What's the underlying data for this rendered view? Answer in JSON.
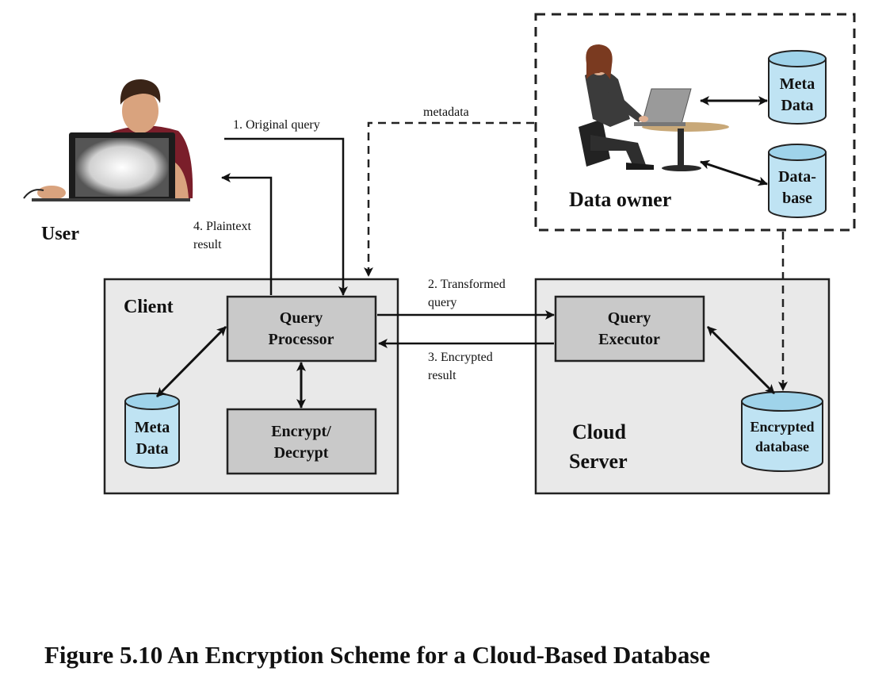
{
  "labels": {
    "user": "User",
    "data_owner": "Data owner",
    "client": "Client",
    "cloud_server": [
      "Cloud",
      "Server"
    ]
  },
  "boxes": {
    "query_processor": [
      "Query",
      "Processor"
    ],
    "encrypt_decrypt": [
      "Encrypt/",
      "Decrypt"
    ],
    "query_executor": [
      "Query",
      "Executor"
    ]
  },
  "cylinders": {
    "client_meta_data": [
      "Meta",
      "Data"
    ],
    "owner_meta_data": [
      "Meta",
      "Data"
    ],
    "owner_database": [
      "Data-",
      "base"
    ],
    "encrypted_database": [
      "Encrypted",
      "database"
    ]
  },
  "flows": {
    "original_query": "1. Original query",
    "transformed_query": [
      "2. Transformed",
      "query"
    ],
    "encrypted_result": [
      "3. Encrypted",
      "result"
    ],
    "plaintext_result": [
      "4. Plaintext",
      "result"
    ],
    "metadata": "metadata"
  },
  "caption": "Figure 5.10  An Encryption Scheme for a Cloud-Based Database",
  "colors": {
    "outer_box": "#e9e9e9",
    "inner_box": "#c9c9c9",
    "cylinder": "#bfe3f3",
    "cylinder_top": "#9fd3ea"
  }
}
